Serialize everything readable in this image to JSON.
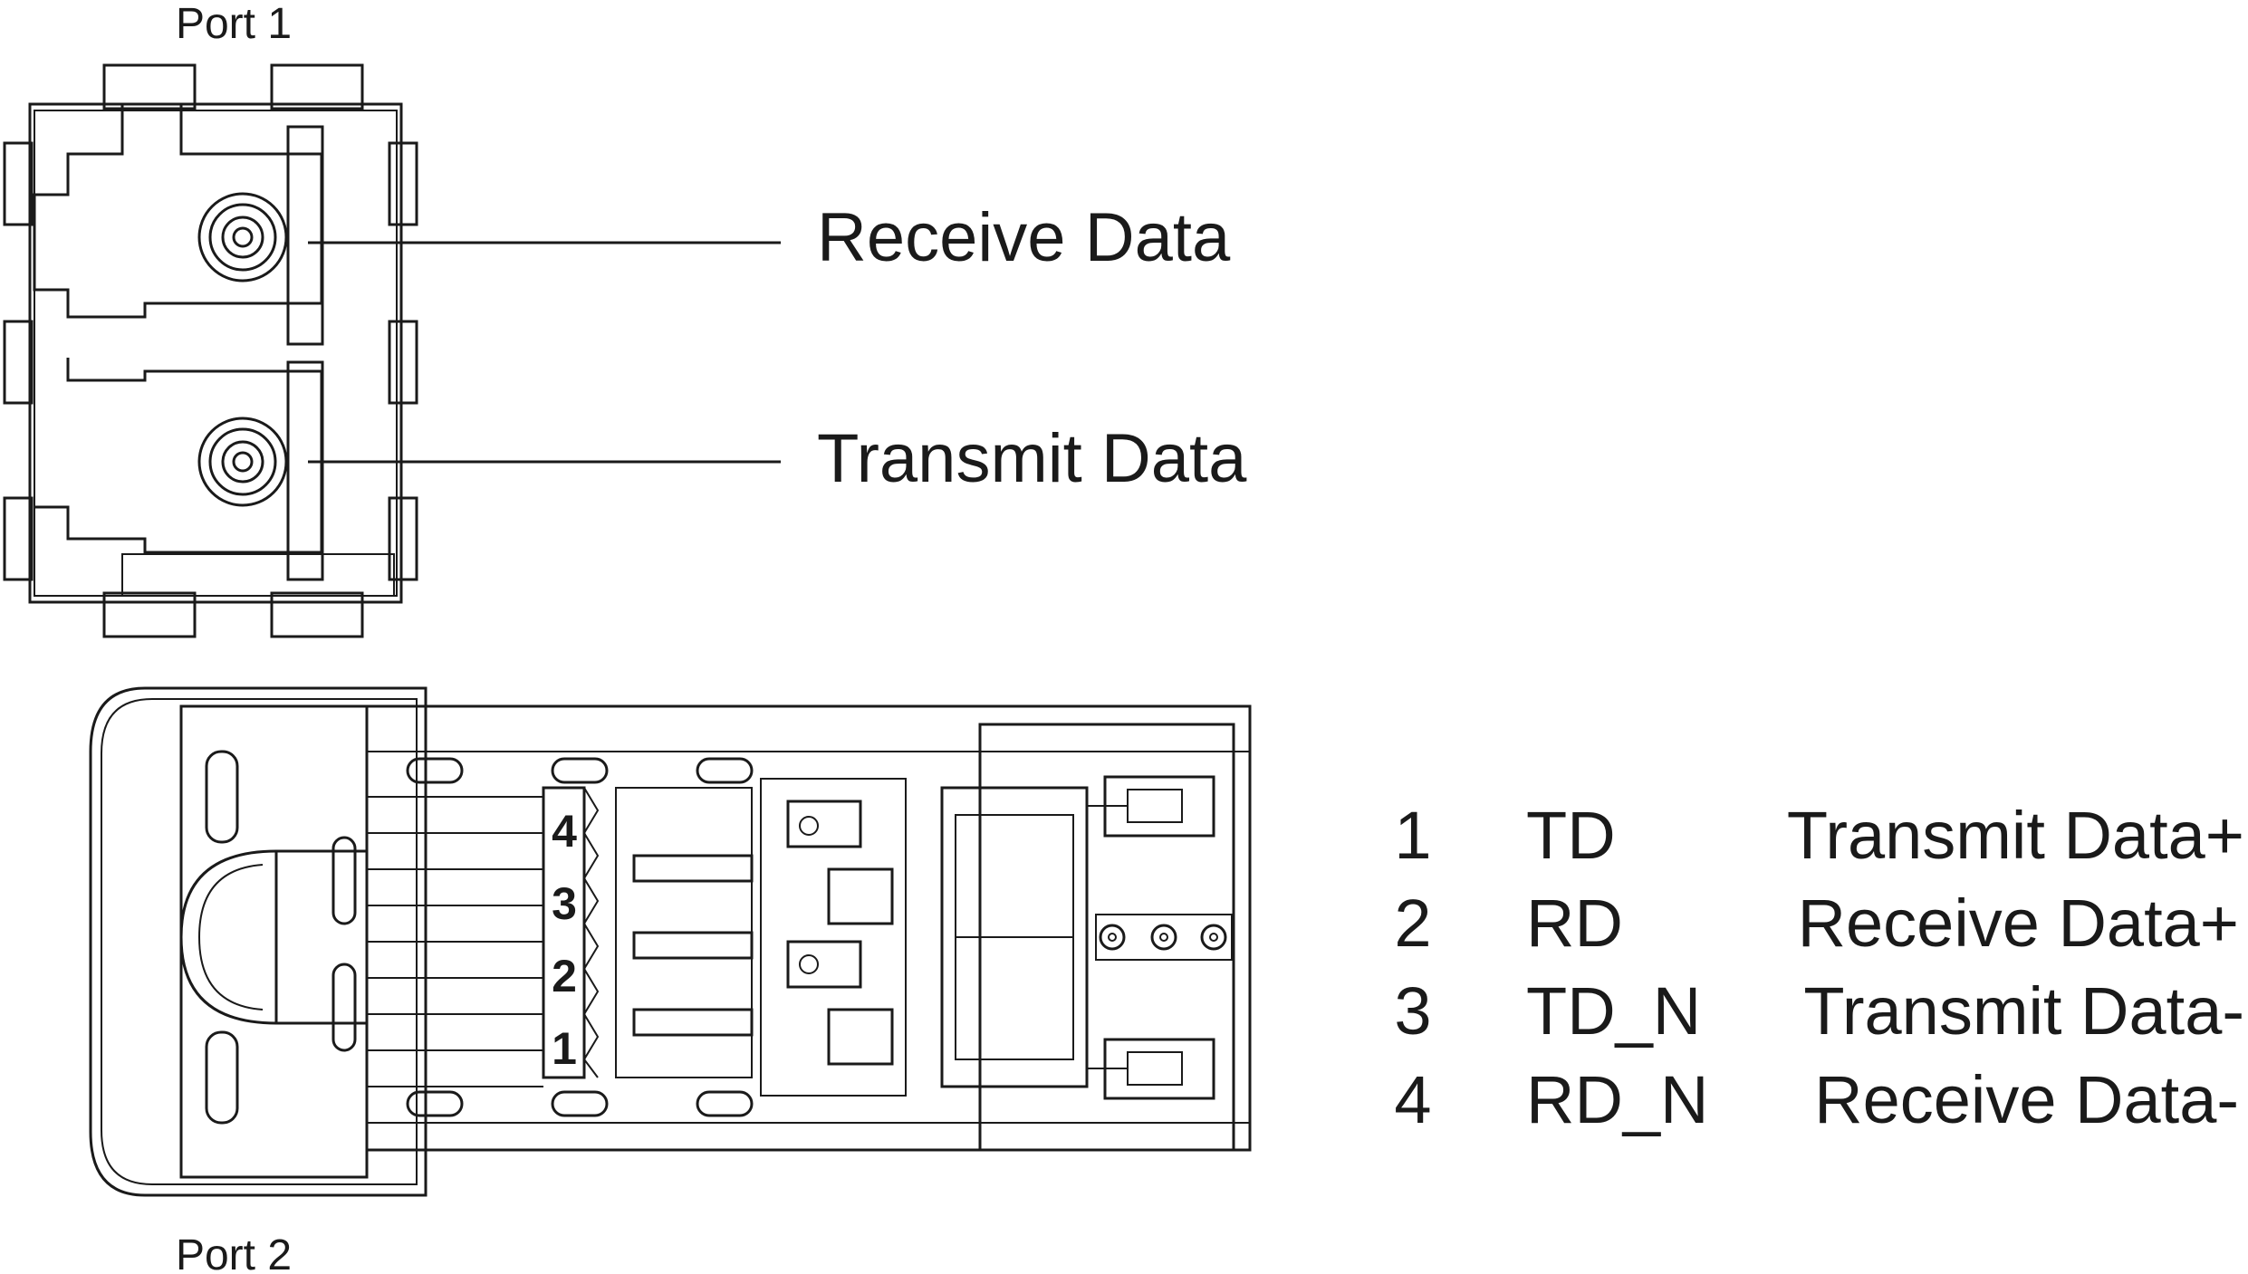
{
  "ports": {
    "port1_label": "Port 1",
    "port2_label": "Port 2"
  },
  "callouts": {
    "receive": "Receive Data",
    "transmit": "Transmit Data"
  },
  "slot_numbers": [
    "4",
    "3",
    "2",
    "1"
  ],
  "pin_table": [
    {
      "pin": "1",
      "signal": "TD",
      "description": "Transmit Data+"
    },
    {
      "pin": "2",
      "signal": "RD",
      "description": "Receive Data+"
    },
    {
      "pin": "3",
      "signal": "TD_N",
      "description": "Transmit Data-"
    },
    {
      "pin": "4",
      "signal": "RD_N",
      "description": "Receive Data-"
    }
  ],
  "colors": {
    "line": "#1a1a1a",
    "background": "#ffffff"
  }
}
